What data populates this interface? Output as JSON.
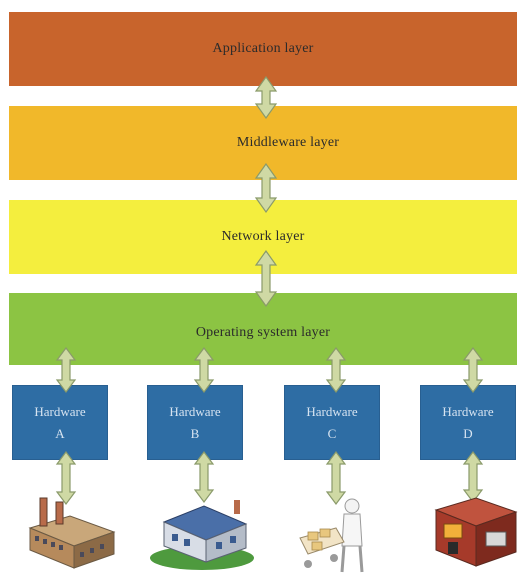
{
  "colors": {
    "application": "#c8642c",
    "middleware": "#f1b82a",
    "network": "#f4ee3e",
    "os": "#8cc443",
    "hardware": "#2e6da4",
    "arrow_fill": "#cfd9a4",
    "arrow_stroke": "#8a9a6a"
  },
  "layers": [
    {
      "label": "Application layer"
    },
    {
      "label": "Middleware layer"
    },
    {
      "label": "Network layer"
    },
    {
      "label": "Operating system layer"
    }
  ],
  "hardware": [
    {
      "title": "Hardware",
      "letter": "A",
      "icon": "factory-icon"
    },
    {
      "title": "Hardware",
      "letter": "B",
      "icon": "house-icon"
    },
    {
      "title": "Hardware",
      "letter": "C",
      "icon": "person-with-cart-icon"
    },
    {
      "title": "Hardware",
      "letter": "D",
      "icon": "furnace-building-icon"
    }
  ]
}
